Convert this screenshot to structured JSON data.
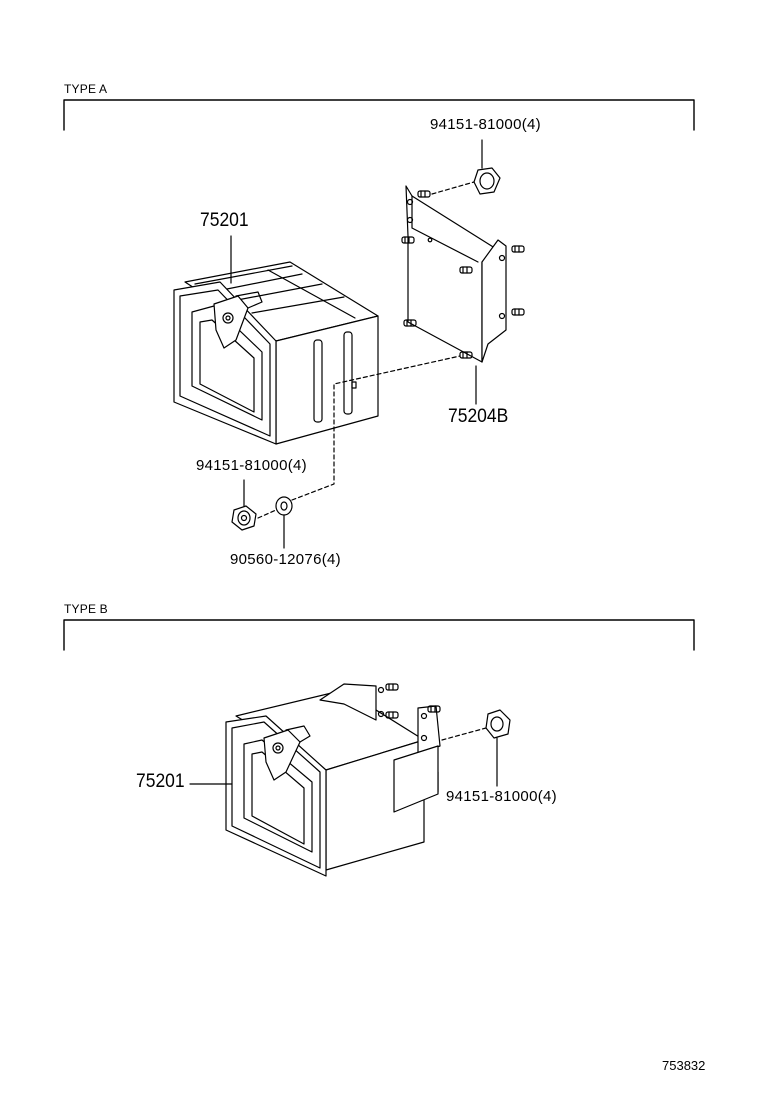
{
  "sections": {
    "type_a": {
      "title": "TYPE A",
      "labels": {
        "box": "75201",
        "bracket": "75204B",
        "nut_top": "94151-81000(4)",
        "nut_left": "94151-81000(4)",
        "washer": "90560-12076(4)"
      }
    },
    "type_b": {
      "title": "TYPE B",
      "labels": {
        "box": "75201",
        "nut": "94151-81000(4)"
      }
    }
  },
  "diagram_code": "753832"
}
